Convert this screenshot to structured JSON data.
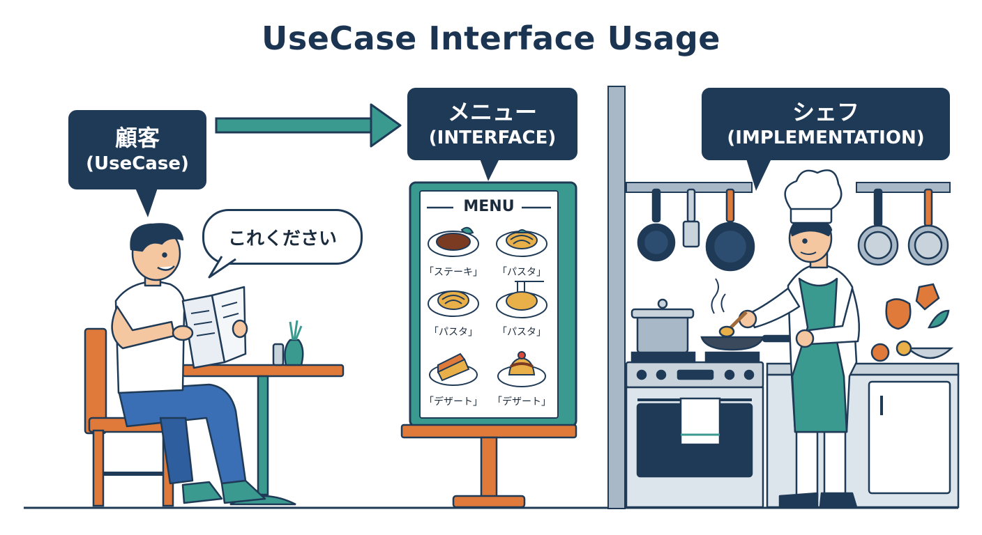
{
  "title": "UseCase Interface Usage",
  "customer": {
    "line1": "顧客",
    "line2": "(UseCase)",
    "speech": "これください"
  },
  "menu": {
    "line1": "メニュー",
    "line2": "(INTERFACE)",
    "board_title": "MENU",
    "items": [
      {
        "label": "「ステーキ」",
        "icon": "steak-icon"
      },
      {
        "label": "「パスタ」",
        "icon": "pasta-icon"
      },
      {
        "label": "「パスタ」",
        "icon": "pasta-icon"
      },
      {
        "label": "「パスタ」",
        "icon": "pasta-icon"
      },
      {
        "label": "「デザート」",
        "icon": "cake-icon"
      },
      {
        "label": "「デザート」",
        "icon": "pudding-icon"
      }
    ]
  },
  "chef": {
    "line1": "シェフ",
    "line2": "(IMPLEMENTATION)"
  },
  "colors": {
    "navy": "#1f3a56",
    "teal": "#3b9a8f",
    "orange": "#e07a3a",
    "blue": "#3a6fb5",
    "steel": "#a9b8c6"
  }
}
